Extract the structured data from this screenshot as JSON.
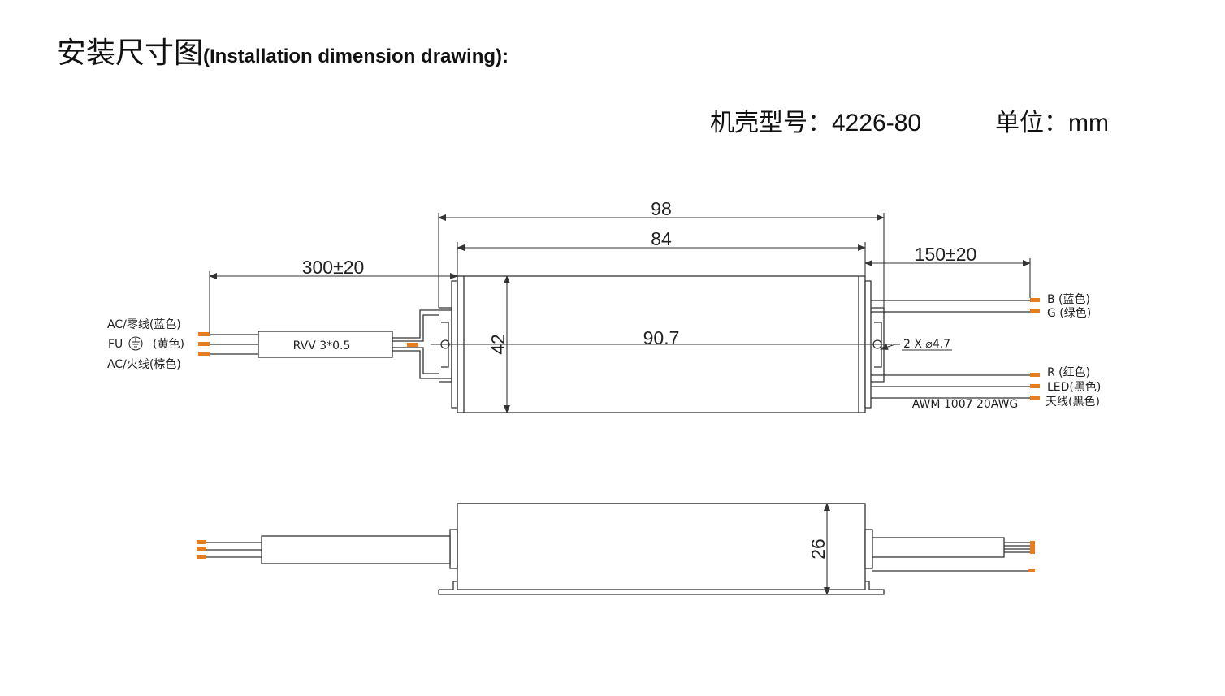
{
  "header": {
    "title_cn": "安装尺寸图",
    "title_en": "(Installation dimension drawing):",
    "model": "机壳型号：4226-80",
    "unit": "单位：mm"
  },
  "top_view": {
    "dim_overall": "98",
    "dim_body": "84",
    "dim_input_cable": "300±20",
    "dim_output_cable": "150±20",
    "dim_height": "42",
    "dim_hole_spacing": "90.7",
    "holes": "2 X ⌀4.7",
    "cable_label": "RVV 3*0.5",
    "output_cable_spec": "AWM 1007 20AWG",
    "input_wires": [
      "AC/零线(蓝色)",
      "(黄色)",
      "AC/火线(棕色)"
    ],
    "ground_prefix": "FU",
    "output_wires_top": [
      "B (蓝色)",
      "G (绿色)"
    ],
    "output_wires_bottom": [
      "R (红色)",
      "LED(黑色)",
      "天线(黑色)"
    ]
  },
  "side_view": {
    "dim_thickness": "26"
  },
  "colors": {
    "line": "#333333",
    "wire": "#e87d1e"
  }
}
